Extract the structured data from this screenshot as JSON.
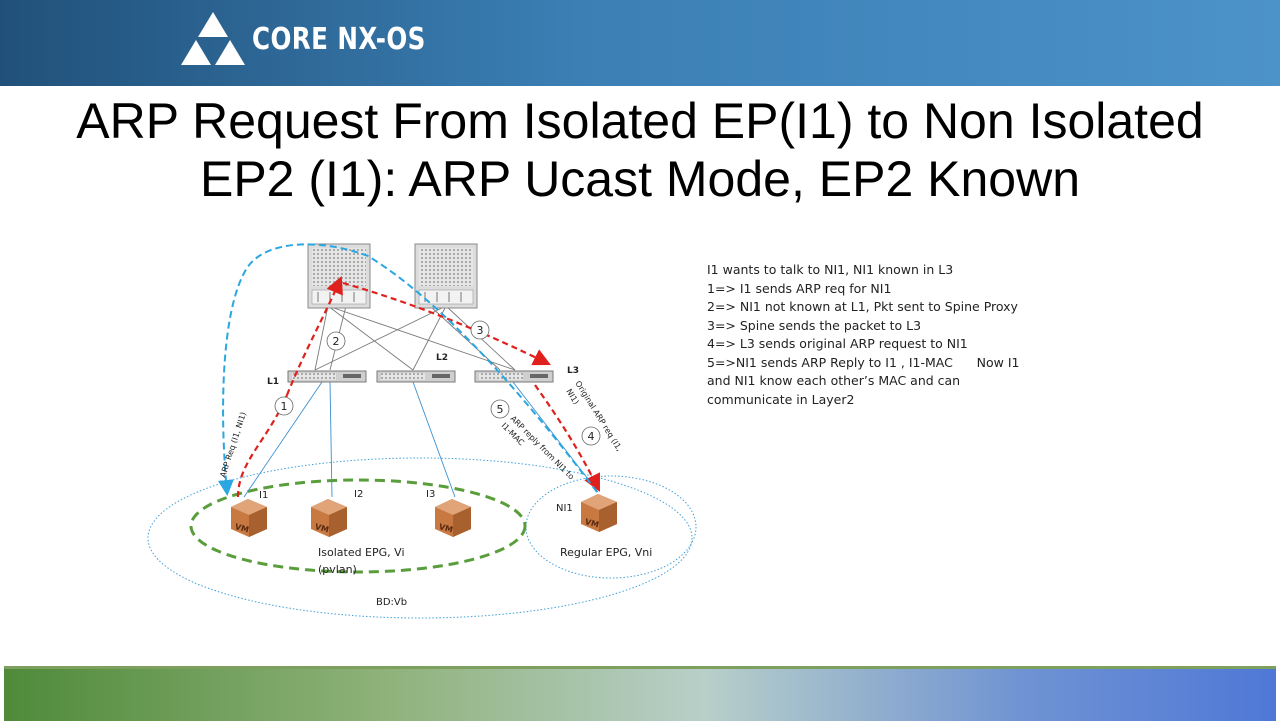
{
  "brand": {
    "name": "CORE NX-OS"
  },
  "title": {
    "line1": "ARP Request From Isolated EP(I1) to Non Isolated",
    "line2": "EP2 (I1): ARP Ucast Mode, EP2 Known"
  },
  "diagram": {
    "leaf_labels": [
      "L1",
      "L2",
      "L3"
    ],
    "vm_labels": [
      "I1",
      "I2",
      "I3",
      "NI1"
    ],
    "vm_icon_text": "VM",
    "step_numbers": [
      "1",
      "2",
      "3",
      "4",
      "5"
    ],
    "arrow_labels": {
      "arp_req": "ARP Req (I1, NI1)",
      "original_arp_req_a": "Original ARP req (I1,",
      "original_arp_req_b": "NI1)",
      "arp_reply_a": "ARP reply from NI1 to",
      "arp_reply_b": "I1-MAC"
    },
    "group_labels": {
      "isolated_a": "Isolated EPG, Vi",
      "isolated_b": "(pvlan)",
      "regular": "Regular EPG, Vni",
      "bd": "BD:Vb"
    }
  },
  "notes": [
    "I1 wants to talk to NI1, NI1 known in L3",
    "1=> I1 sends ARP req for NI1",
    "2=> NI1 not known at L1, Pkt sent to Spine Proxy",
    "3=> Spine sends the packet to L3",
    "4=> L3 sends original ARP request to NI1",
    "5=>NI1 sends ARP Reply to I1 , I1-MAC      Now I1",
    "and NI1 know each other’s MAC and can",
    "communicate in Layer2"
  ],
  "colors": {
    "header_blue": "#3b7fb4",
    "red_arrow": "#e0201c",
    "blue_arrow": "#2aa6e0",
    "group_green": "#5a9e3c",
    "vm_orange": "#c87941"
  }
}
